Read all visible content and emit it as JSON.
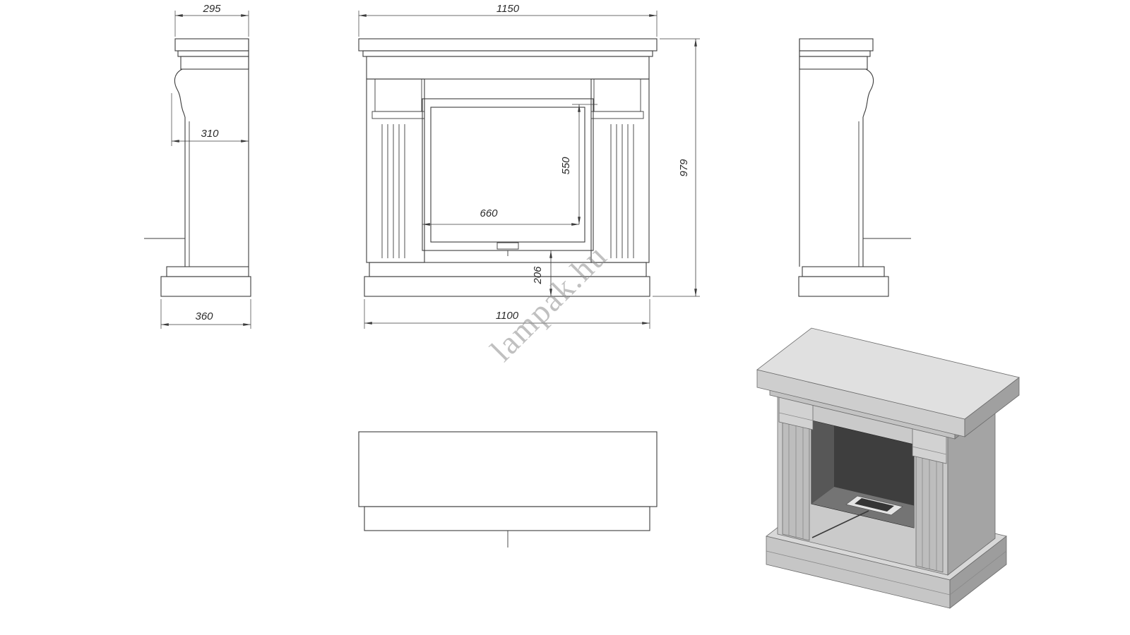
{
  "watermark": {
    "text": "lampak.hu"
  },
  "colors": {
    "line": "#3c3c3c",
    "iso_light": "#e0e0e0",
    "iso_mid": "#c9c9c9",
    "iso_dark": "#9d9d9d",
    "opening": "#2d2d2d"
  },
  "views": {
    "side_view_left": {
      "dim_shelf_depth": "295",
      "dim_column_depth": "310",
      "dim_base_depth": "360"
    },
    "front_view": {
      "dim_shelf_width": "1150",
      "dim_opening_height": "550",
      "dim_opening_width": "660",
      "dim_hearth_height": "206",
      "dim_total_height": "979",
      "dim_base_width": "1100"
    }
  }
}
